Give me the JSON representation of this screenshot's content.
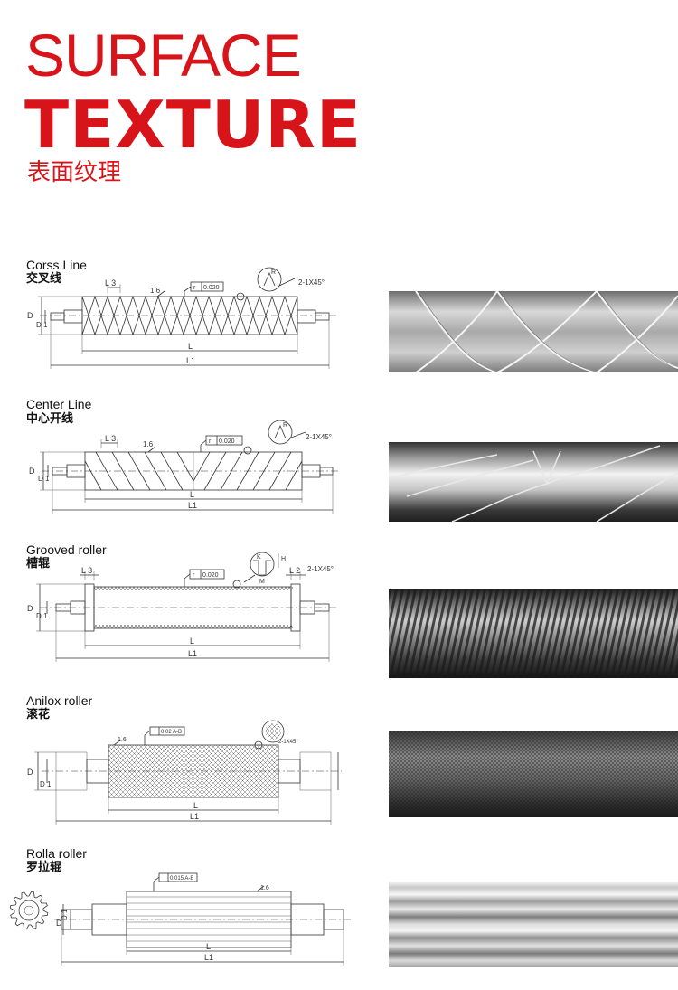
{
  "header": {
    "title_line1": "SURFACE",
    "title_line2": "TEXTURE",
    "title_cn": "表面纹理"
  },
  "colors": {
    "accent": "#d7141a",
    "line": "#333333"
  },
  "sections": [
    {
      "name_en": "Corss Line",
      "name_cn": "交叉线",
      "labels": {
        "L3": "L 3",
        "r16": "1.6",
        "tol": "0.020",
        "chamfer": "2-1X45°",
        "D": "D",
        "D1": "D 1",
        "L": "L",
        "L1": "L1",
        "R": "R",
        "r": "r"
      }
    },
    {
      "name_en": "Center Line",
      "name_cn": "中心开线",
      "labels": {
        "L3": "L 3",
        "r16": "1.6",
        "tol": "0.020",
        "chamfer": "2-1X45°",
        "D": "D",
        "D1": "D 1",
        "L": "L",
        "L1": "L1",
        "R": "R",
        "r": "r"
      }
    },
    {
      "name_en": "Grooved roller",
      "name_cn": "槽辊",
      "labels": {
        "L3": "L 3",
        "L2": "L 2",
        "tol": "0.020",
        "chamfer": "2-1X45°",
        "D": "D",
        "D1": "D 1",
        "L": "L",
        "L1": "L1",
        "K": "K",
        "M": "M",
        "H": "H",
        "r": "r"
      }
    },
    {
      "name_en": "Anilox roller",
      "name_cn": "滚花",
      "labels": {
        "r16": "1.6",
        "tol": "0.02 A-B",
        "chamfer": "2-1X45°",
        "D": "D",
        "D1": "D 1",
        "L": "L",
        "L1": "L1"
      }
    },
    {
      "name_en": "Rolla roller",
      "name_cn": "罗拉辊",
      "labels": {
        "r16": "1.6",
        "tol": "0.015 A-B",
        "D": "D",
        "D1": "D 1",
        "L": "L",
        "L1": "L1"
      }
    }
  ]
}
